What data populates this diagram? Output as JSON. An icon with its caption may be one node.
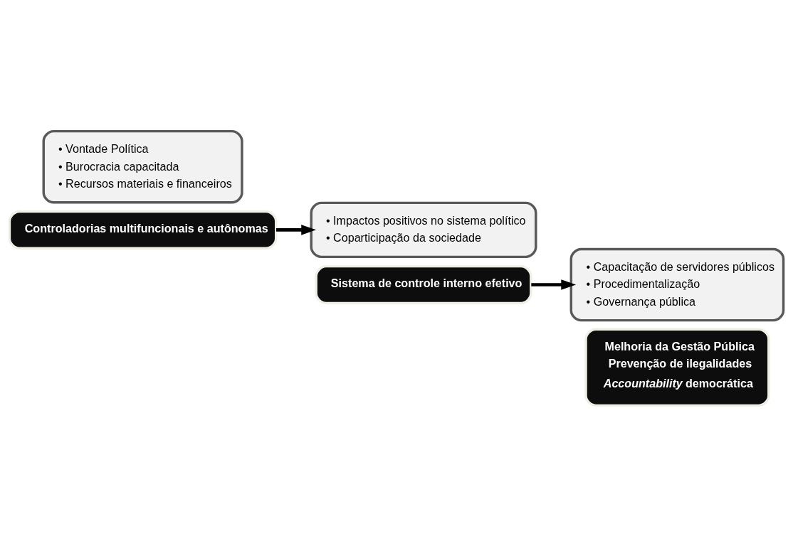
{
  "diagram": {
    "nodes": [
      {
        "text": [
          "• Vontade Política",
          "• Burocracia capacitada",
          "• Recursos materiais e financeiros"
        ]
      },
      {
        "text": [
          "Controladorias multifuncionais e autônomas"
        ]
      },
      {
        "text": [
          "• Impactos positivos no sistema político",
          "• Coparticipação da sociedade"
        ]
      },
      {
        "text": [
          "Sistema de controle interno efetivo"
        ]
      },
      {
        "text": [
          "• Capacitação de servidores públicos",
          "• Procedimentalização",
          "• Governança pública"
        ]
      },
      {
        "text": [
          "Melhoria da Gestão Pública",
          "Prevenção de ilegalidades",
          "*Accountability* democrática"
        ]
      }
    ],
    "edges": [
      {
        "from": 1,
        "to": 2,
        "arrow": "to"
      },
      {
        "from": 3,
        "to": 4,
        "arrow": "to"
      }
    ]
  }
}
